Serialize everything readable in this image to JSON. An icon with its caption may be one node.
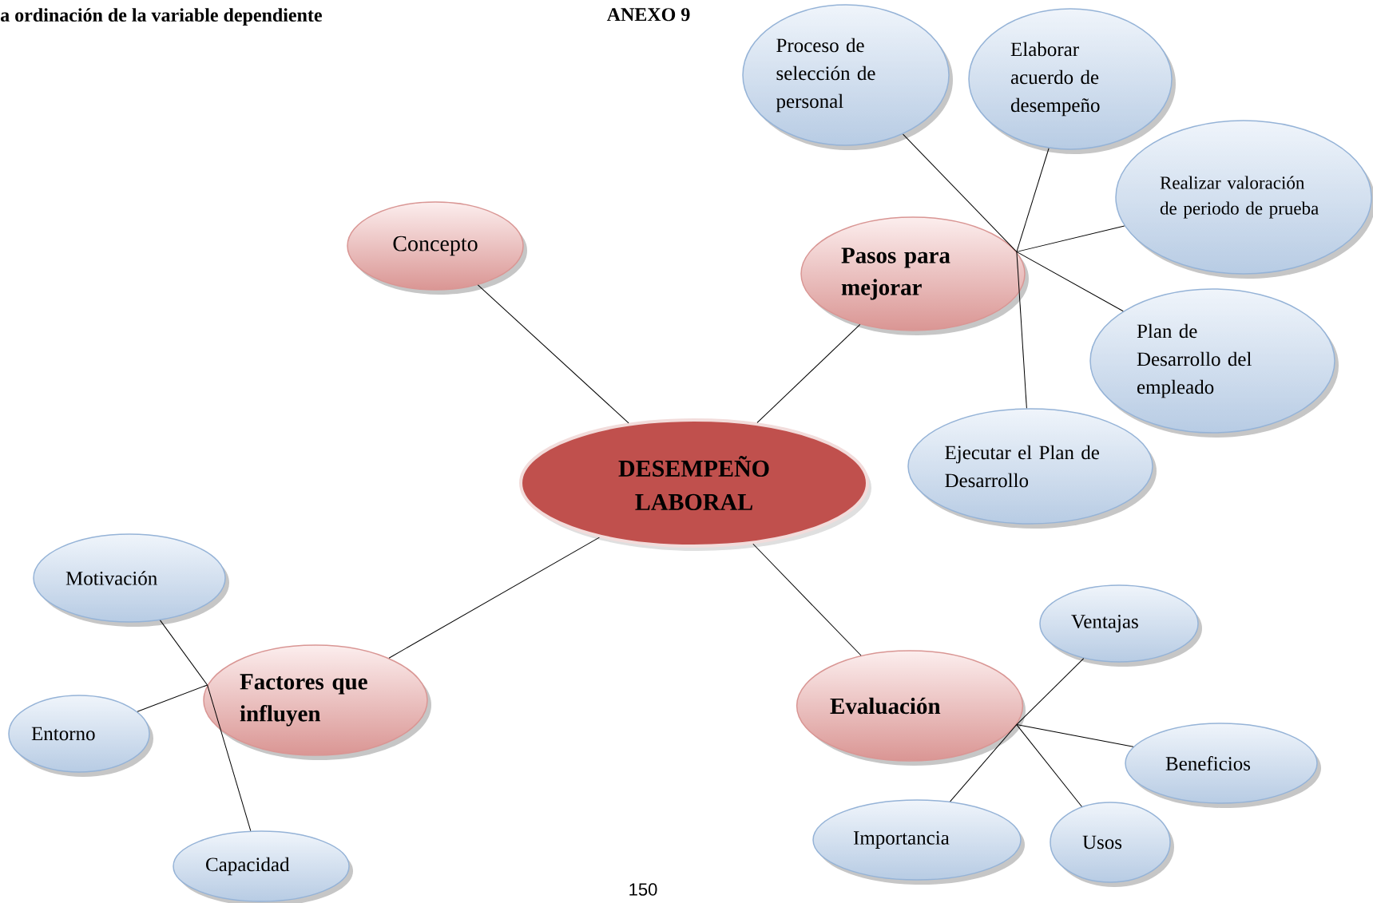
{
  "diagram": {
    "nodes": [
      {
        "text": [
          "DESEMPEÑO LABORAL"
        ]
      },
      {
        "text": [
          "Concepto"
        ]
      },
      {
        "text": [
          "Pasos para mejorar"
        ]
      },
      {
        "text": [
          "Factores que influyen"
        ]
      },
      {
        "text": [
          "Evaluación"
        ]
      },
      {
        "text": [
          "Proceso de selección de personal"
        ]
      },
      {
        "text": [
          "Elaborar acuerdo de desempeño"
        ]
      },
      {
        "text": [
          "Realizar valoración de periodo de prueba"
        ]
      },
      {
        "text": [
          "Plan de Desarrollo del empleado"
        ]
      },
      {
        "text": [
          "Ejecutar el Plan de Desarrollo"
        ]
      },
      {
        "text": [
          "Motivación"
        ]
      },
      {
        "text": [
          "Entorno"
        ]
      },
      {
        "text": [
          "Capacidad"
        ]
      },
      {
        "text": [
          "Ventajas"
        ]
      },
      {
        "text": [
          "Beneficios"
        ]
      },
      {
        "text": [
          "Usos"
        ]
      },
      {
        "text": [
          "Importancia"
        ]
      }
    ],
    "edges": [
      {
        "from": 0,
        "to": 1,
        "arrow": "none"
      },
      {
        "from": 0,
        "to": 2,
        "arrow": "none"
      },
      {
        "from": 0,
        "to": 3,
        "arrow": "none"
      },
      {
        "from": 0,
        "to": 4,
        "arrow": "none"
      },
      {
        "from": 2,
        "to": 5,
        "arrow": "none"
      },
      {
        "from": 2,
        "to": 6,
        "arrow": "none"
      },
      {
        "from": 2,
        "to": 7,
        "arrow": "none"
      },
      {
        "from": 2,
        "to": 8,
        "arrow": "none"
      },
      {
        "from": 2,
        "to": 9,
        "arrow": "none"
      },
      {
        "from": 3,
        "to": 10,
        "arrow": "none"
      },
      {
        "from": 3,
        "to": 11,
        "arrow": "none"
      },
      {
        "from": 3,
        "to": 12,
        "arrow": "none"
      },
      {
        "from": 4,
        "to": 13,
        "arrow": "none"
      },
      {
        "from": 4,
        "to": 14,
        "arrow": "none"
      },
      {
        "from": 4,
        "to": 15,
        "arrow": "none"
      },
      {
        "from": 4,
        "to": 16,
        "arrow": "none"
      }
    ],
    "labels": [
      "a ordinación de la variable dependiente",
      "ANEXO 9",
      "150"
    ]
  }
}
